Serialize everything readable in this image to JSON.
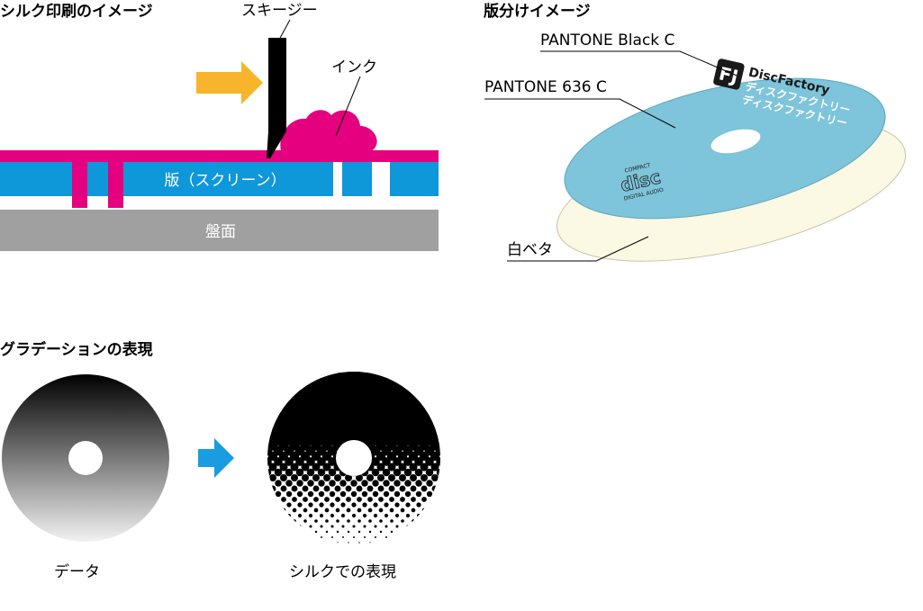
{
  "silk": {
    "title": "シルク印刷のイメージ",
    "squeegee_label": "スキージー",
    "ink_label": "インク",
    "screen_label": "版（スクリーン）",
    "board_label": "盤面"
  },
  "plates": {
    "title": "版分けイメージ",
    "label_black": "PANTONE Black C",
    "label_636": "PANTONE 636 C",
    "label_white": "白ベタ",
    "logo_en": "DiscFactory",
    "logo_jp": "ディスクファクトリー",
    "logo_mark": "FJ",
    "cd_logo_top": "COMPACT",
    "cd_logo_mid": "disc",
    "cd_logo_bottom": "DIGITAL AUDIO"
  },
  "gradation": {
    "title": "グラデーションの表現",
    "data_label": "データ",
    "silk_label": "シルクでの表現"
  },
  "colors": {
    "magenta": "#E4007F",
    "screen_blue": "#0E97D9",
    "board_gray": "#A0A0A0",
    "arrow_yellow": "#F8B52C",
    "disc_blue": "#7EC4DA",
    "white_base": "#FBF8E3",
    "arrow_blue": "#1A9CE0"
  }
}
